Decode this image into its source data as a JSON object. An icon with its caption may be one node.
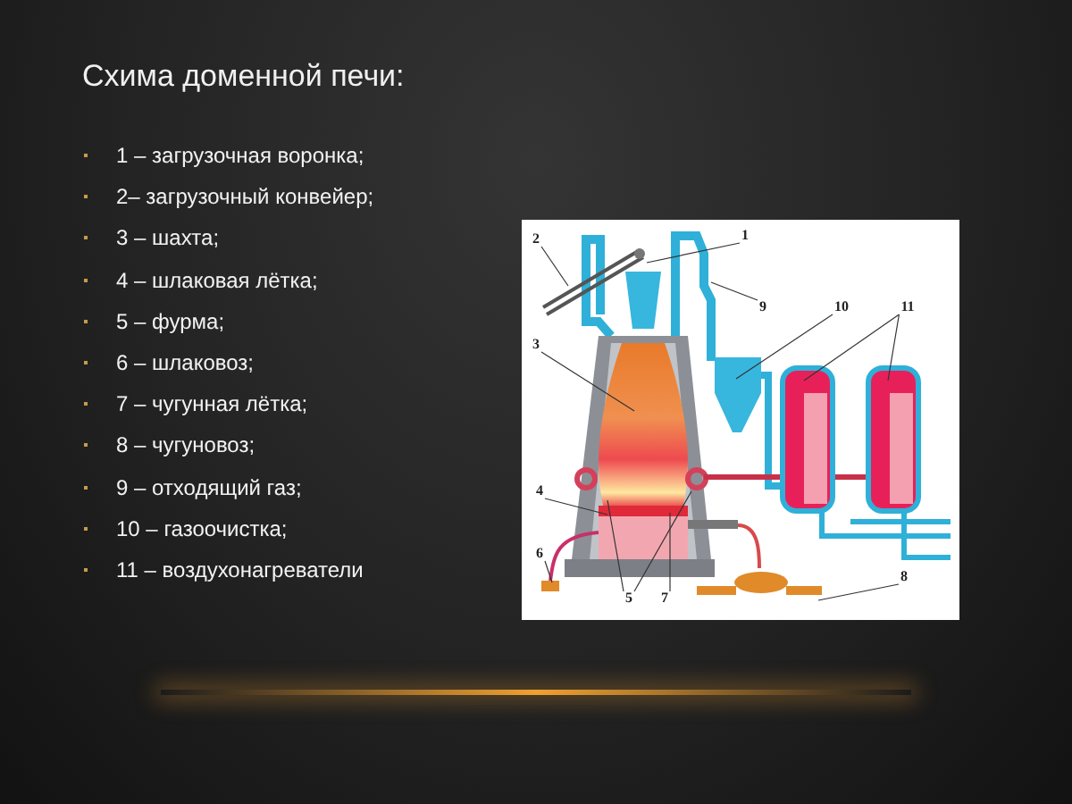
{
  "diagram": {
    "title": "Схима доменной печи:",
    "nodes": [
      {
        "text": [
          "2"
        ]
      },
      {
        "text": [
          "1"
        ]
      },
      {
        "text": [
          "9"
        ]
      },
      {
        "text": [
          "10"
        ]
      },
      {
        "text": [
          "11"
        ]
      },
      {
        "text": [
          "3"
        ]
      },
      {
        "text": [
          "4"
        ]
      },
      {
        "text": [
          "6"
        ]
      },
      {
        "text": [
          "8"
        ]
      },
      {
        "text": [
          "5"
        ]
      },
      {
        "text": [
          "7"
        ]
      }
    ],
    "edges": [
      {
        "from": 0,
        "to": null,
        "arrow": "none"
      },
      {
        "from": 1,
        "to": null,
        "arrow": "none"
      },
      {
        "from": 2,
        "to": null,
        "arrow": "none"
      },
      {
        "from": 3,
        "to": null,
        "arrow": "none"
      },
      {
        "from": 4,
        "to": null,
        "arrow": "none"
      },
      {
        "from": 4,
        "to": null,
        "arrow": "none"
      },
      {
        "from": 5,
        "to": null,
        "arrow": "none"
      },
      {
        "from": 6,
        "to": null,
        "arrow": "none"
      },
      {
        "from": 7,
        "to": null,
        "arrow": "none"
      },
      {
        "from": 8,
        "to": null,
        "arrow": "none"
      },
      {
        "from": 9,
        "to": null,
        "arrow": "none"
      },
      {
        "from": 9,
        "to": null,
        "arrow": "none"
      },
      {
        "from": 10,
        "to": null,
        "arrow": "none"
      }
    ],
    "labels": [
      "1 – загрузочная воронка;",
      "2– загрузочный конвейер;",
      "3 – шахта;",
      "4 – шлаковая лётка;",
      "5 – фурма;",
      "6 – шлаковоз;",
      "7 – чугунная лётка;",
      "8 – чугуновоз;",
      "9 – отходящий газ;",
      "10 – газоочистка;",
      "11 – воздухонагреватели"
    ]
  }
}
